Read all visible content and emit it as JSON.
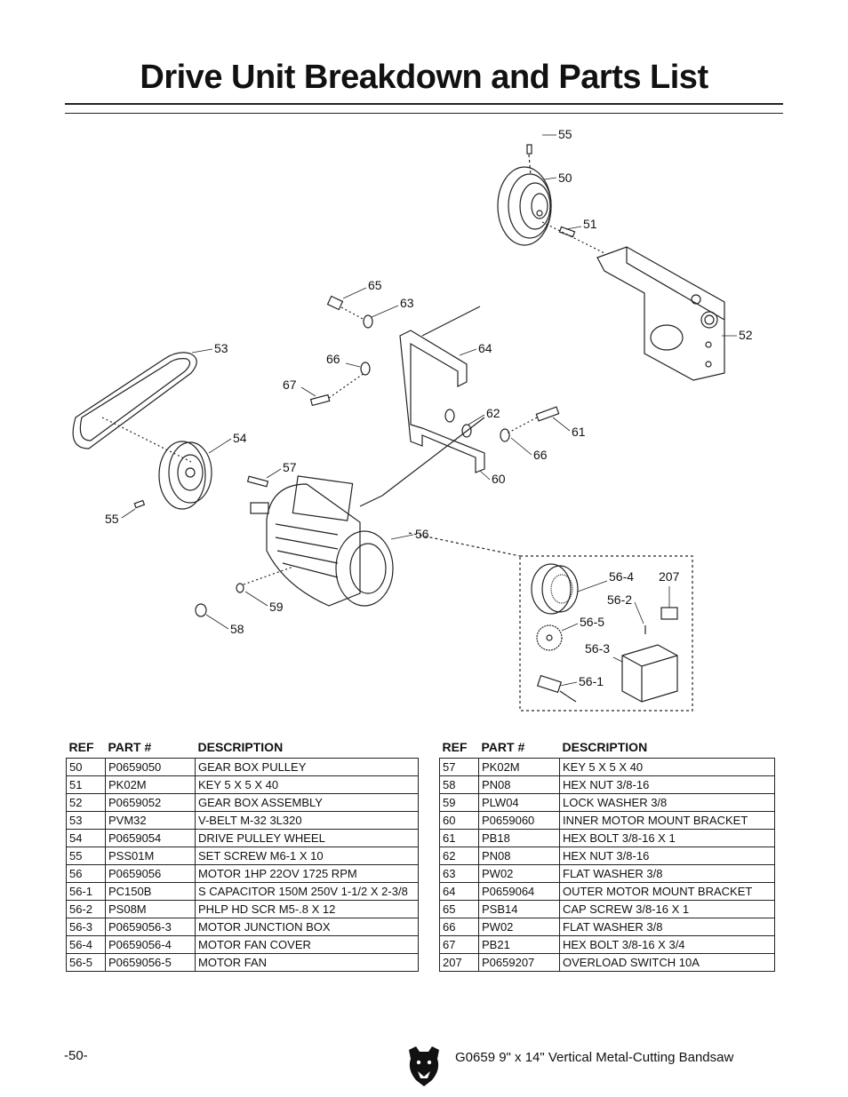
{
  "title": "Drive Unit Breakdown and Parts List",
  "diagram_labels": [
    "55",
    "50",
    "51",
    "65",
    "63",
    "53",
    "66",
    "64",
    "52",
    "67",
    "62",
    "61",
    "54",
    "66",
    "57",
    "60",
    "55",
    "56",
    "56-4",
    "207",
    "56-2",
    "56-5",
    "56-3",
    "56-1",
    "59",
    "58"
  ],
  "tables": {
    "headers": {
      "ref": "REF",
      "part": "PART #",
      "desc": "DESCRIPTION"
    },
    "left": [
      [
        "50",
        "P0659050",
        "GEAR BOX PULLEY"
      ],
      [
        "51",
        "PK02M",
        "KEY 5 X 5 X 40"
      ],
      [
        "52",
        "P0659052",
        "GEAR BOX ASSEMBLY"
      ],
      [
        "53",
        "PVM32",
        "V-BELT M-32 3L320"
      ],
      [
        "54",
        "P0659054",
        "DRIVE PULLEY WHEEL"
      ],
      [
        "55",
        "PSS01M",
        "SET SCREW M6-1 X 10"
      ],
      [
        "56",
        "P0659056",
        "MOTOR 1HP 22OV 1725 RPM"
      ],
      [
        "56-1",
        "PC150B",
        "S CAPACITOR 150M 250V 1-1/2 X 2-3/8"
      ],
      [
        "56-2",
        "PS08M",
        "PHLP HD SCR M5-.8 X 12"
      ],
      [
        "56-3",
        "P0659056-3",
        "MOTOR JUNCTION BOX"
      ],
      [
        "56-4",
        "P0659056-4",
        "MOTOR FAN COVER"
      ],
      [
        "56-5",
        "P0659056-5",
        "MOTOR FAN"
      ]
    ],
    "right": [
      [
        "57",
        "PK02M",
        "KEY 5 X 5 X 40"
      ],
      [
        "58",
        "PN08",
        "HEX NUT 3/8-16"
      ],
      [
        "59",
        "PLW04",
        "LOCK WASHER 3/8"
      ],
      [
        "60",
        "P0659060",
        "INNER MOTOR MOUNT BRACKET"
      ],
      [
        "61",
        "PB18",
        "HEX BOLT 3/8-16 X 1"
      ],
      [
        "62",
        "PN08",
        "HEX NUT 3/8-16"
      ],
      [
        "63",
        "PW02",
        "FLAT WASHER 3/8"
      ],
      [
        "64",
        "P0659064",
        "OUTER MOTOR MOUNT BRACKET"
      ],
      [
        "65",
        "PSB14",
        "CAP SCREW 3/8-16 X 1"
      ],
      [
        "66",
        "PW02",
        "FLAT WASHER 3/8"
      ],
      [
        "67",
        "PB21",
        "HEX BOLT 3/8-16 X 3/4"
      ],
      [
        "207",
        "P0659207",
        "OVERLOAD SWITCH 10A"
      ]
    ]
  },
  "footer": {
    "page_number": "-50-",
    "model_text": "G0659  9\" x 14\" Vertical Metal-Cutting Bandsaw",
    "logo_icon": "grizzly-bear-logo"
  }
}
